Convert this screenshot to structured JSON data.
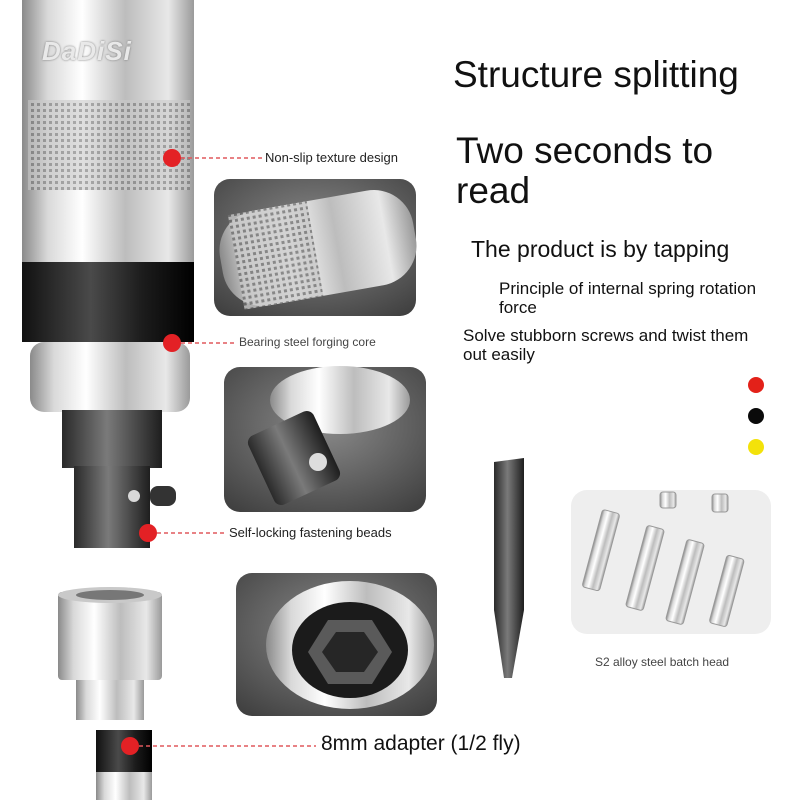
{
  "brand": {
    "logo_text": "DaDiSi"
  },
  "header": {
    "title": "Structure splitting",
    "headline": "Two seconds to\nread",
    "subhead": "The product is by tapping",
    "line1": "Principle of internal spring rotation\nforce",
    "line2": "Solve stubborn screws and twist them\nout easily"
  },
  "callouts": {
    "texture": "Non-slip texture design",
    "bearing": "Bearing steel forging core",
    "beads": "Self-locking fastening beads",
    "adapter": "8mm adapter (1/2 fly)",
    "bits": "S2 alloy steel batch head"
  },
  "colors": {
    "options": [
      "#e32119",
      "#0a0a0a",
      "#f3e20a"
    ],
    "marker": "#e32125",
    "leader": "#e0585d"
  },
  "icons": {
    "color_swatches": [
      "red-swatch-icon",
      "black-swatch-icon",
      "yellow-swatch-icon"
    ]
  }
}
